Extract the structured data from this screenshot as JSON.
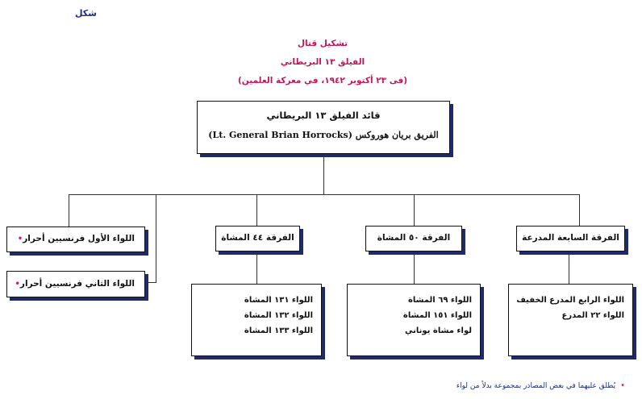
{
  "figure_label": "شكل",
  "title": {
    "line1": "تشكيل قتال",
    "line2": "الفيلق ١٣ البريطاني",
    "line3": "(فى ٢٣ أكتوبر ١٩٤٢، في معركة العلمين)"
  },
  "commander": {
    "title": "قائد الفيلق ١٣ البريطاني",
    "name": "الفريق بريان هوروكس (Lt. General Brian Horrocks)"
  },
  "units": {
    "div7_armored": "الفرقة السابعة المدرعة",
    "div50_infantry": "الفرقة ٥٠ المشاة",
    "div44_infantry": "الفرقة ٤٤ المشاة",
    "free_french_1": "اللواء الأول فرنسيين أحرار",
    "free_french_2": "اللواء الثاني فرنسيين أحرار"
  },
  "bullet_symbol": "•",
  "brigades": {
    "div7": [
      "اللواء الرابع المدرع الخفيف",
      "اللواء ٢٢ المدرع"
    ],
    "div50": [
      "اللواء ٦٩ المشاة",
      "اللواء ١٥١ المشاة",
      "لواء مشاة يوناني"
    ],
    "div44": [
      "اللواء ١٣١ المشاة",
      "اللواء ١٣٢ المشاة",
      "اللواء ١٣٣ المشاة"
    ]
  },
  "footnote": "يُطلق عليهما في بعض المصادر بمجموعة بدلاً من لواء"
}
